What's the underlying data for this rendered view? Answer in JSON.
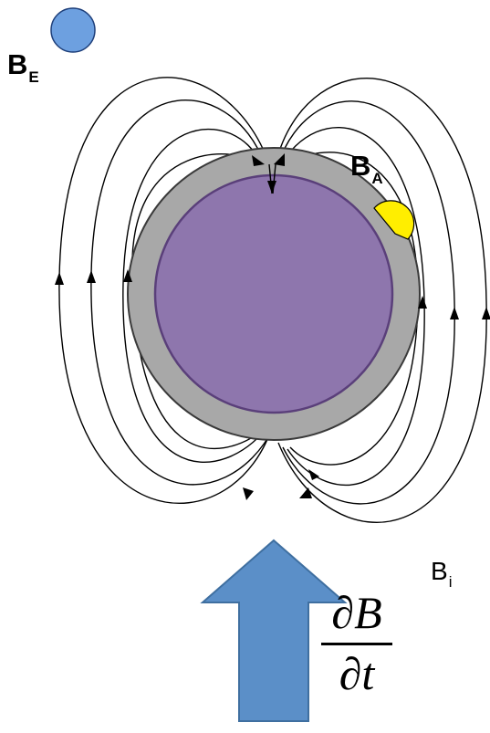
{
  "labels": {
    "be_main": "B",
    "be_sub": "E",
    "ba_main": "B",
    "ba_sub": "A",
    "bi_main": "B",
    "bi_sub": "i"
  },
  "equation": {
    "numerator": "∂B",
    "denominator": "∂t"
  },
  "colors": {
    "core": "#8e76ad",
    "core_stroke": "#5a3f7a",
    "shell": "#a8a8a8",
    "shell_stroke": "#3a3a3a",
    "sensor_e": "#6da0e0",
    "sensor_a": "#ffee00",
    "arrow": "#5b8fc8",
    "arrow_stroke": "#3f6fa0",
    "field_line": "#000000"
  }
}
